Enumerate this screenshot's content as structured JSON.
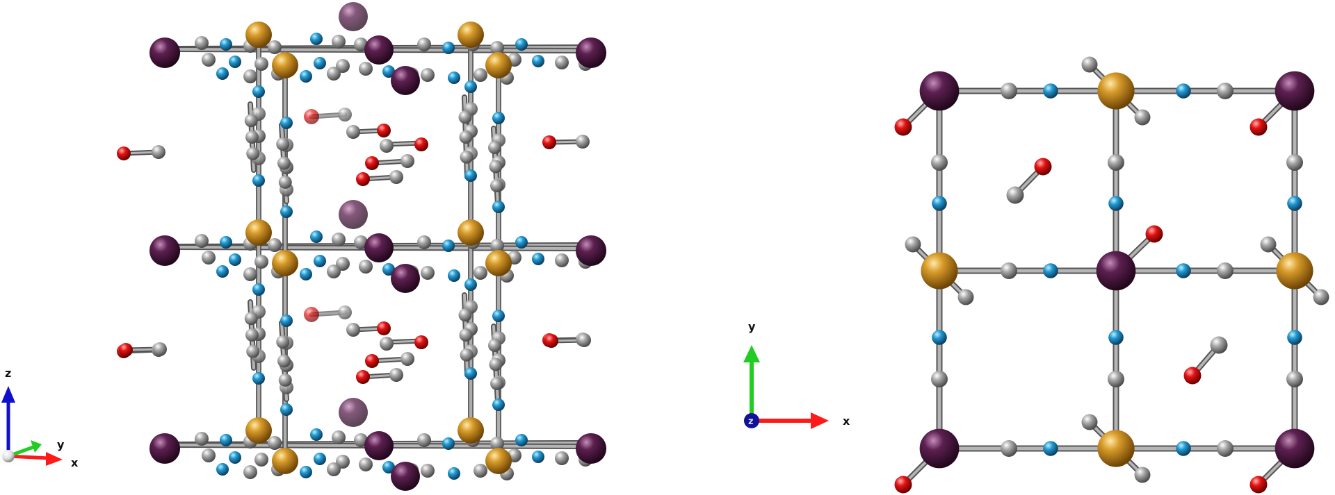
{
  "colors": {
    "background": "#ffffff",
    "bond": "#8a8a8a",
    "bond_edge": "#5a5a5a",
    "metal_gold": "#c68a1c",
    "metal_purple": "#5a1f4e",
    "nitrogen_blue": "#1f8ec4",
    "carbon_gray": "#9a9a9a",
    "oxygen_red": "#e01010",
    "axis_x": "#ff1a1a",
    "axis_y": "#22cc22",
    "axis_z": "#1010cc"
  },
  "atom_types": [
    "metal-gold",
    "metal-purple",
    "nitrogen",
    "carbon",
    "oxygen"
  ],
  "views": [
    {
      "name": "perspective-view",
      "axes": {
        "x": "x",
        "y": "y",
        "z": "z"
      }
    },
    {
      "name": "top-view",
      "axes": {
        "x": "x",
        "y": "y",
        "z": "z"
      }
    }
  ]
}
